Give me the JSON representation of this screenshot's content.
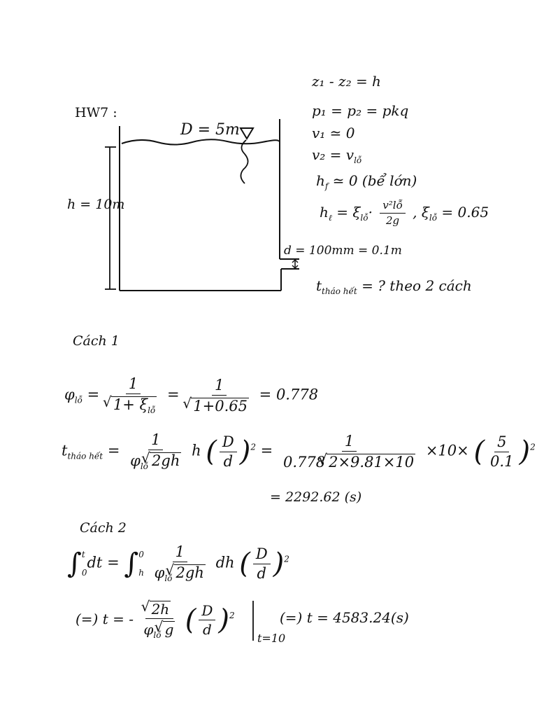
{
  "header": {
    "hw_label": "HW7 :"
  },
  "diagram": {
    "diameter_label": "D = 5m",
    "height_label": "h = 10m",
    "orifice_label": "d = 100mm = 0.1m"
  },
  "givens": {
    "line1": "z₁ - z₂ = h",
    "line2": "p₁ = p₂ = pkq",
    "line3": "v₁ ≃ 0",
    "line4": "v₂ = v",
    "line4_sub": "lỗ",
    "line5": "h",
    "line5_sub": "f",
    "line5_rest": "≃ 0 (bể lớn)",
    "line6_lhs": "h",
    "line6_lhs_sub": "ℓ",
    "line6_mid": "= ξ",
    "line6_mid_sub": "lỗ",
    "line6_num": "v²lỗ",
    "line6_den": "2g",
    "line6_rhs": ", ξ",
    "line6_rhs_sub": "lỗ",
    "line6_val": "= 0.65",
    "question_t": "t",
    "question_sub": "tháo hết",
    "question_rest": "= ? theo 2 cách"
  },
  "method1": {
    "heading": "Cách 1",
    "phi": "φ",
    "phi_sub": "lỗ",
    "eq": "=",
    "one": "1",
    "den1": "1+ ξ",
    "den1_sub": "lỗ",
    "den2": "1+0.65",
    "phi_result": "= 0.778",
    "t_label": "t",
    "t_sub": "tháo hết",
    "formula_den": "2gh",
    "formula_h": "h",
    "D": "D",
    "d": "d",
    "power": "2",
    "sub_den": "0.778",
    "sub_den_sqrt": "2×9.81×10",
    "sub_times": "×10×",
    "sub_num5": "5",
    "sub_den01": "0.1",
    "result": "= 2292.62 (s)"
  },
  "method2": {
    "heading": "Cách 2",
    "int_top": "t",
    "int_bot": "0",
    "dt": "dt",
    "int2_top": "0",
    "int2_bot": "h",
    "dh": "dh",
    "implies1": "(=) t = -",
    "num": "2h",
    "den_g": "g",
    "eval_sub": "t=10",
    "implies2": "(=) t = 4583.24(s)"
  }
}
